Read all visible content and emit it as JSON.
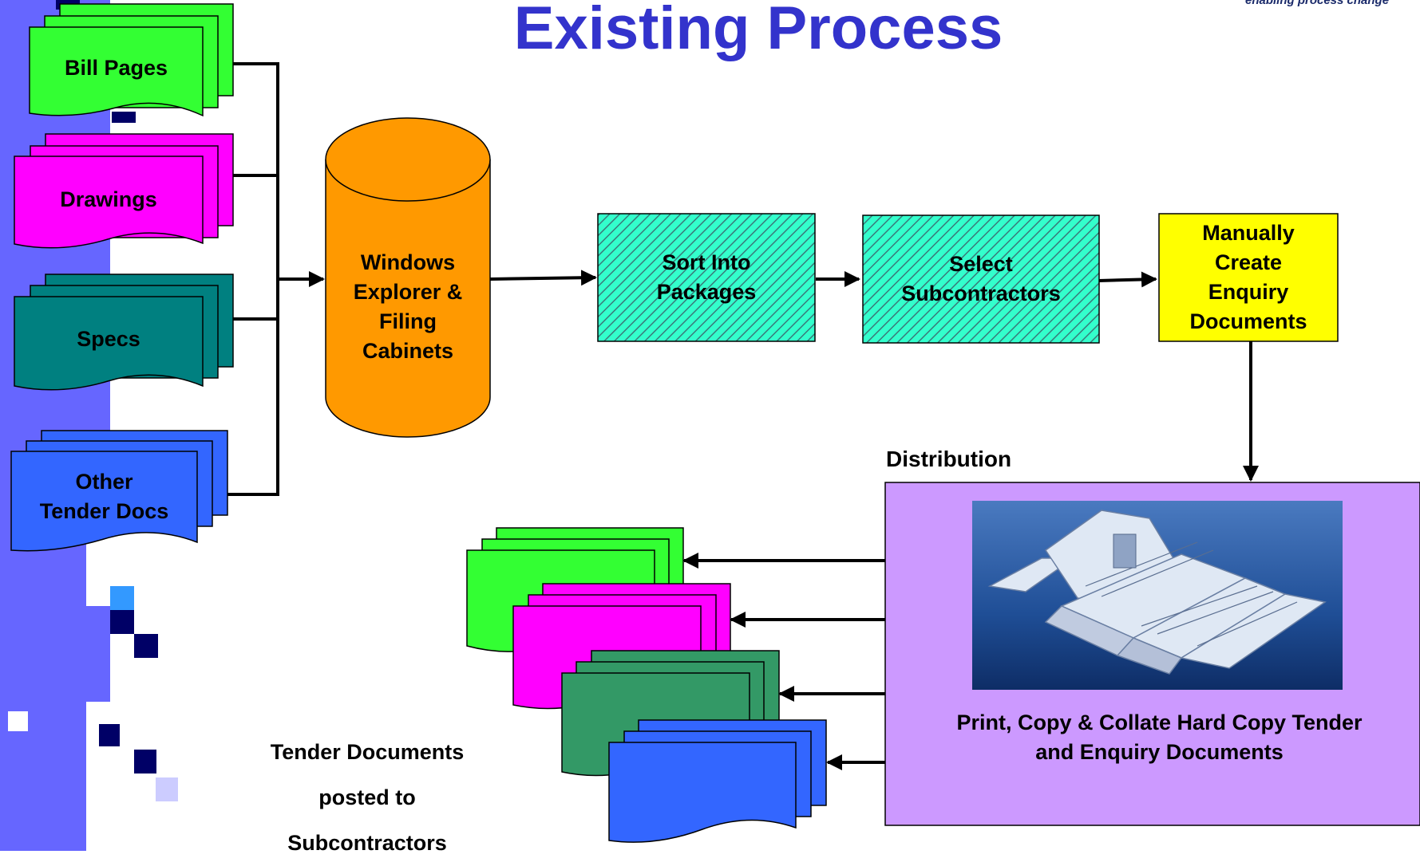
{
  "title": "Existing Process",
  "tagline": "enabling process change",
  "inputs": {
    "bill_pages": "Bill Pages",
    "drawings": "Drawings",
    "specs": "Specs",
    "other_line1": "Other",
    "other_line2": "Tender Docs"
  },
  "storage": {
    "line1": "Windows",
    "line2": "Explorer &",
    "line3": "Filing",
    "line4": "Cabinets"
  },
  "steps": {
    "sort_line1": "Sort Into",
    "sort_line2": "Packages",
    "select_line1": "Select",
    "select_line2": "Subcontractors",
    "manual_line1": "Manually",
    "manual_line2": "Create",
    "manual_line3": "Enquiry",
    "manual_line4": "Documents"
  },
  "distribution": {
    "label": "Distribution",
    "caption_line1": "Print, Copy & Collate Hard Copy Tender",
    "caption_line2": "and Enquiry Documents"
  },
  "outputs": {
    "line1": "Tender Documents",
    "line2": "posted to",
    "line3": "Subcontractors"
  },
  "colors": {
    "title": "#3333cc",
    "bill_pages": "#33ff33",
    "drawings": "#ff00ff",
    "specs": "#008080",
    "other": "#3366ff",
    "storage": "#ff9900",
    "hatch_step": "#33ffcc",
    "manual_step": "#ffff00",
    "distribution": "#cc99ff",
    "output_specs": "#339966"
  }
}
